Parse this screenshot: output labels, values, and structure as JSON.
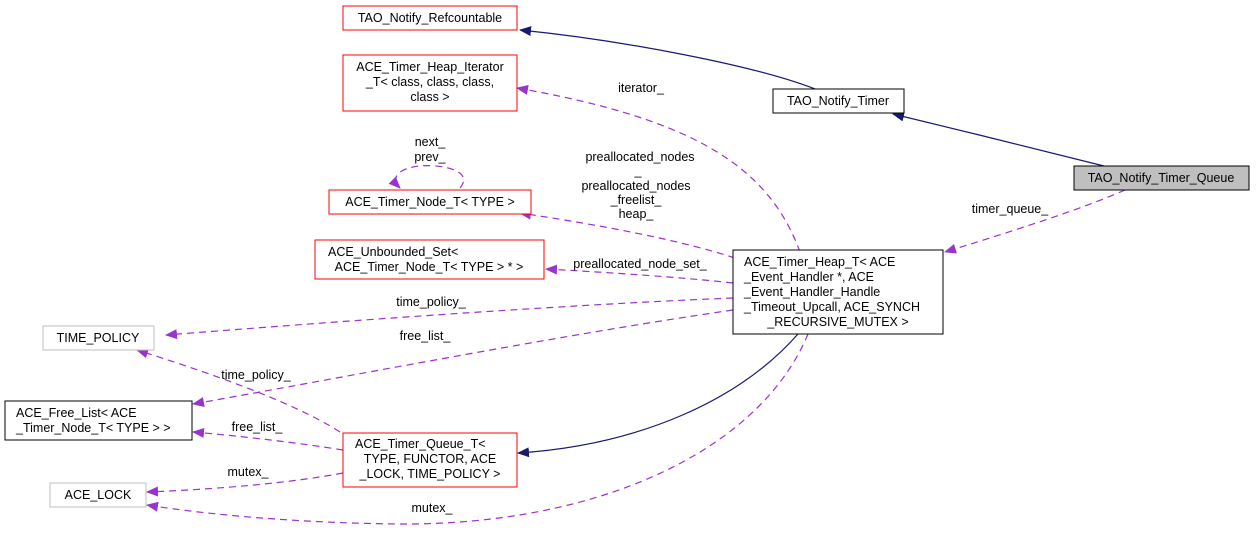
{
  "diagram": {
    "title": "TAO_Notify_Timer_Queue collaboration graph",
    "colors": {
      "inheritance_edge": "#191970",
      "usage_edge": "#9a32cd",
      "node_documented_border": "#000000",
      "node_undocumented_border": "#ff0000",
      "node_external_border": "#bfbfbf",
      "focus_node_fill": "#bfbfbf"
    },
    "nodes": [
      {
        "id": "refcountable",
        "lines": [
          "TAO_Notify_Refcountable"
        ],
        "kind": "undocumented"
      },
      {
        "id": "heap_iterator",
        "lines": [
          "ACE_Timer_Heap_Iterator",
          "_T< class, class, class,",
          "class >"
        ],
        "kind": "undocumented"
      },
      {
        "id": "notify_timer",
        "lines": [
          "TAO_Notify_Timer"
        ],
        "kind": "documented"
      },
      {
        "id": "notify_timer_queue",
        "lines": [
          "TAO_Notify_Timer_Queue"
        ],
        "kind": "focus"
      },
      {
        "id": "timer_node",
        "lines": [
          "ACE_Timer_Node_T< TYPE >"
        ],
        "kind": "undocumented"
      },
      {
        "id": "unbounded_set",
        "lines": [
          "ACE_Unbounded_Set<",
          "ACE_Timer_Node_T< TYPE > * >"
        ],
        "kind": "undocumented"
      },
      {
        "id": "timer_heap",
        "lines": [
          "ACE_Timer_Heap_T< ACE",
          "_Event_Handler *, ACE",
          "_Event_Handler_Handle",
          "_Timeout_Upcall, ACE_SYNCH",
          "_RECURSIVE_MUTEX >"
        ],
        "kind": "documented"
      },
      {
        "id": "time_policy",
        "lines": [
          "TIME_POLICY"
        ],
        "kind": "external"
      },
      {
        "id": "free_list",
        "lines": [
          "ACE_Free_List< ACE",
          "_Timer_Node_T< TYPE > >"
        ],
        "kind": "documented"
      },
      {
        "id": "timer_queue",
        "lines": [
          "ACE_Timer_Queue_T<",
          "TYPE, FUNCTOR, ACE",
          "_LOCK, TIME_POLICY >"
        ],
        "kind": "undocumented"
      },
      {
        "id": "ace_lock",
        "lines": [
          "ACE_LOCK"
        ],
        "kind": "external"
      }
    ],
    "edges": [
      {
        "from": "notify_timer",
        "to": "refcountable",
        "type": "inheritance",
        "label": []
      },
      {
        "from": "notify_timer_queue",
        "to": "notify_timer",
        "type": "inheritance",
        "label": []
      },
      {
        "from": "notify_timer_queue",
        "to": "timer_heap",
        "type": "usage",
        "label": [
          "timer_queue_"
        ]
      },
      {
        "from": "timer_heap",
        "to": "heap_iterator",
        "type": "usage",
        "label": [
          "iterator_"
        ]
      },
      {
        "from": "timer_node",
        "to": "timer_node",
        "type": "usage",
        "label": [
          "next_",
          "prev_"
        ]
      },
      {
        "from": "timer_heap",
        "to": "timer_node",
        "type": "usage",
        "label": [
          "preallocated_nodes",
          "_",
          "preallocated_nodes",
          "_freelist_",
          "heap_"
        ]
      },
      {
        "from": "timer_heap",
        "to": "unbounded_set",
        "type": "usage",
        "label": [
          "preallocated_node_set_"
        ]
      },
      {
        "from": "timer_heap",
        "to": "time_policy",
        "type": "usage",
        "label": [
          "time_policy_"
        ]
      },
      {
        "from": "timer_heap",
        "to": "free_list",
        "type": "usage",
        "label": [
          "free_list_"
        ]
      },
      {
        "from": "timer_heap",
        "to": "timer_queue",
        "type": "inheritance",
        "label": []
      },
      {
        "from": "timer_queue",
        "to": "time_policy",
        "type": "usage",
        "label": [
          "time_policy_"
        ]
      },
      {
        "from": "timer_queue",
        "to": "free_list",
        "type": "usage",
        "label": [
          "free_list_"
        ]
      },
      {
        "from": "timer_queue",
        "to": "ace_lock",
        "type": "usage",
        "label": [
          "mutex_"
        ]
      },
      {
        "from": "timer_heap",
        "to": "ace_lock",
        "type": "usage",
        "label": [
          "mutex_"
        ]
      }
    ]
  }
}
